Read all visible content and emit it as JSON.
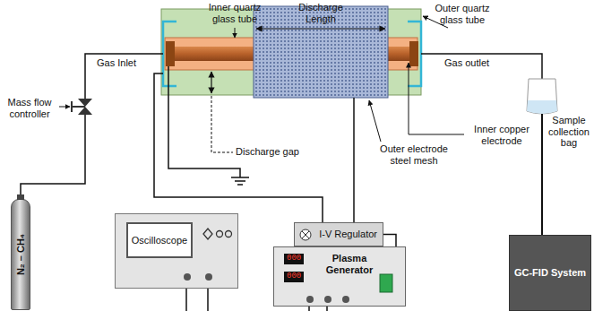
{
  "diagram": {
    "nodes": [
      {
        "text": [
          "N₂ – CH₄"
        ]
      },
      {
        "text": [
          "Oscilloscope"
        ]
      },
      {
        "text": [
          "I-V Regulator"
        ]
      },
      {
        "text": [
          "Plasma Generator"
        ]
      },
      {
        "text": [
          "GC-FID System"
        ]
      }
    ],
    "edges": [
      {
        "from": 2,
        "to": 3,
        "arrow": "none"
      }
    ],
    "labels": [
      "Inner quartz glass tube",
      "Discharge Length",
      "Outer quartz glass tube",
      "Gas Inlet",
      "Gas outlet",
      "Mass flow controller",
      "Sample collection bag",
      "Inner copper electrode",
      "Discharge gap",
      "Outer electrode steel mesh",
      "000",
      "000"
    ]
  }
}
